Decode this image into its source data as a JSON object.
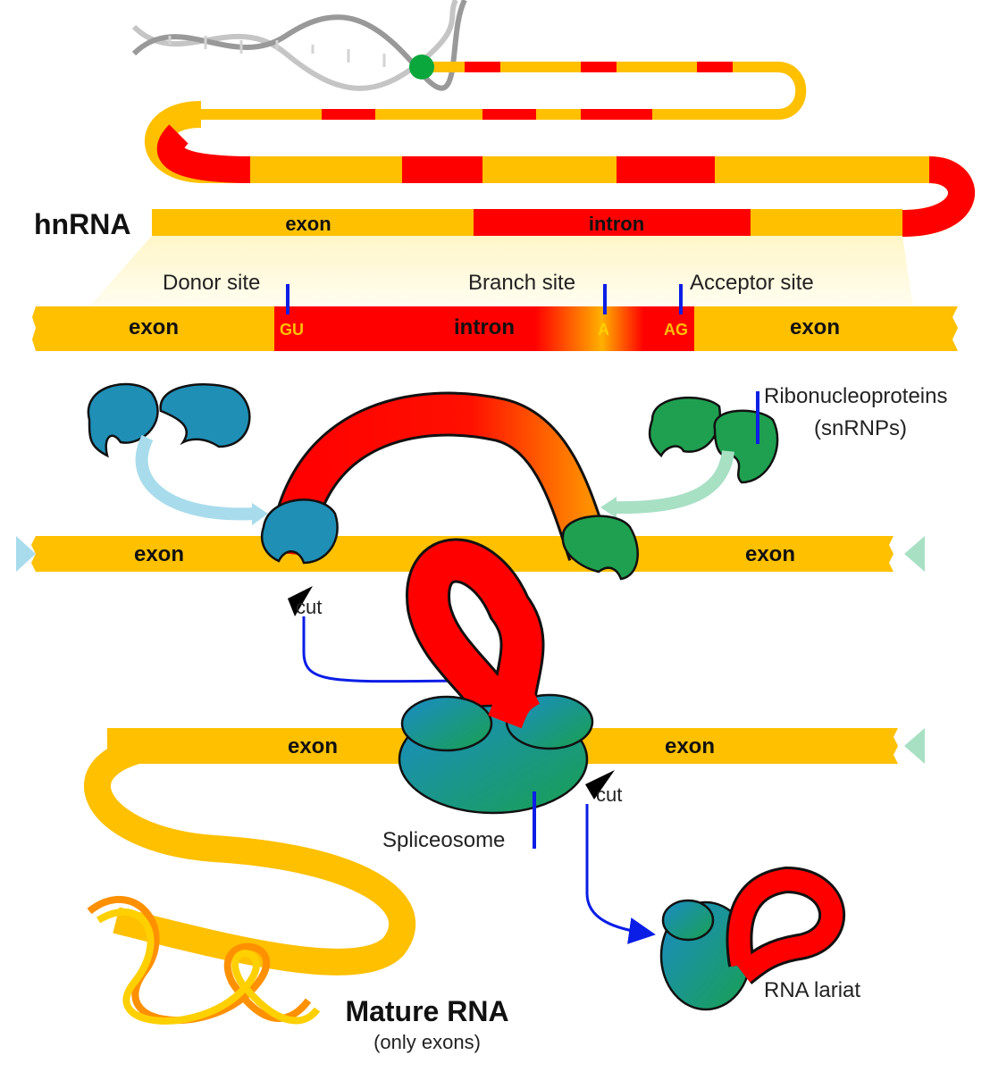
{
  "labels": {
    "hnrna": "hnRNA",
    "exon": "exon",
    "intron": "intron",
    "donor_site": "Donor site",
    "branch_site": "Branch site",
    "acceptor_site": "Acceptor site",
    "gu": "GU",
    "a": "A",
    "ag": "AG",
    "ribonucleoproteins": "Ribonucleoproteins",
    "snrnps": "(snRNPs)",
    "cut": "cut",
    "spliceosome": "Spliceosome",
    "rna_lariat": "RNA lariat",
    "mature_rna": "Mature RNA",
    "only_exons": "(only exons)"
  },
  "colors": {
    "exon": "#ffc000",
    "intron": "#ff0000",
    "snrnp_blue": "#1f8fb6",
    "snrnp_green": "#1fa050",
    "pointer": "#0a1ee6",
    "arrow_blue": "#a8dcec",
    "arrow_green": "#a8e0c4",
    "highlight": "#fffbe0"
  }
}
